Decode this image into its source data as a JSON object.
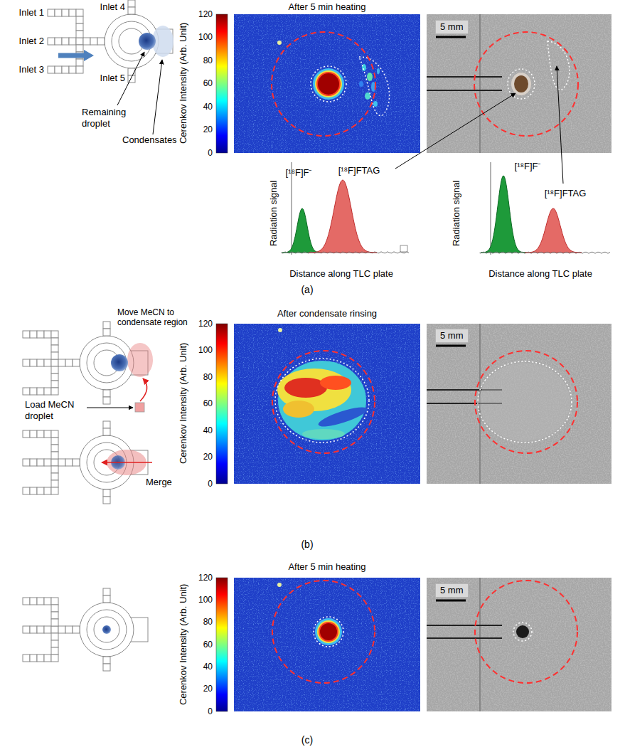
{
  "diagram": {
    "labels": [
      "Inlet 1",
      "Inlet 2",
      "Inlet 3",
      "Inlet 4",
      "Inlet 5",
      "Remaining droplet",
      "Condensates",
      "After 5 min heating",
      "Cerenkov Intensity (Arb. Unit)",
      "120",
      "100",
      "80",
      "60",
      "40",
      "20",
      "0",
      "5 mm",
      "[¹⁸F]F⁻",
      "[¹⁸F]FTAG",
      "Radiation signal",
      "Distance along TLC plate",
      "[¹⁸F]F⁻",
      "[¹⁸F]FTAG",
      "Radiation signal",
      "Distance along TLC plate",
      "(a)",
      "Load MeCN droplet",
      "Move MeCN to condensate region",
      "Merge",
      "After condensate rinsing",
      "Cerenkov Intensity (Arb. Unit)",
      "120",
      "100",
      "80",
      "60",
      "40",
      "20",
      "0",
      "5 mm",
      "(b)",
      "After 5 min heating",
      "Cerenkov Intensity (Arb. Unit)",
      "120",
      "100",
      "80",
      "60",
      "40",
      "20",
      "0",
      "5 mm",
      "(c)"
    ]
  }
}
